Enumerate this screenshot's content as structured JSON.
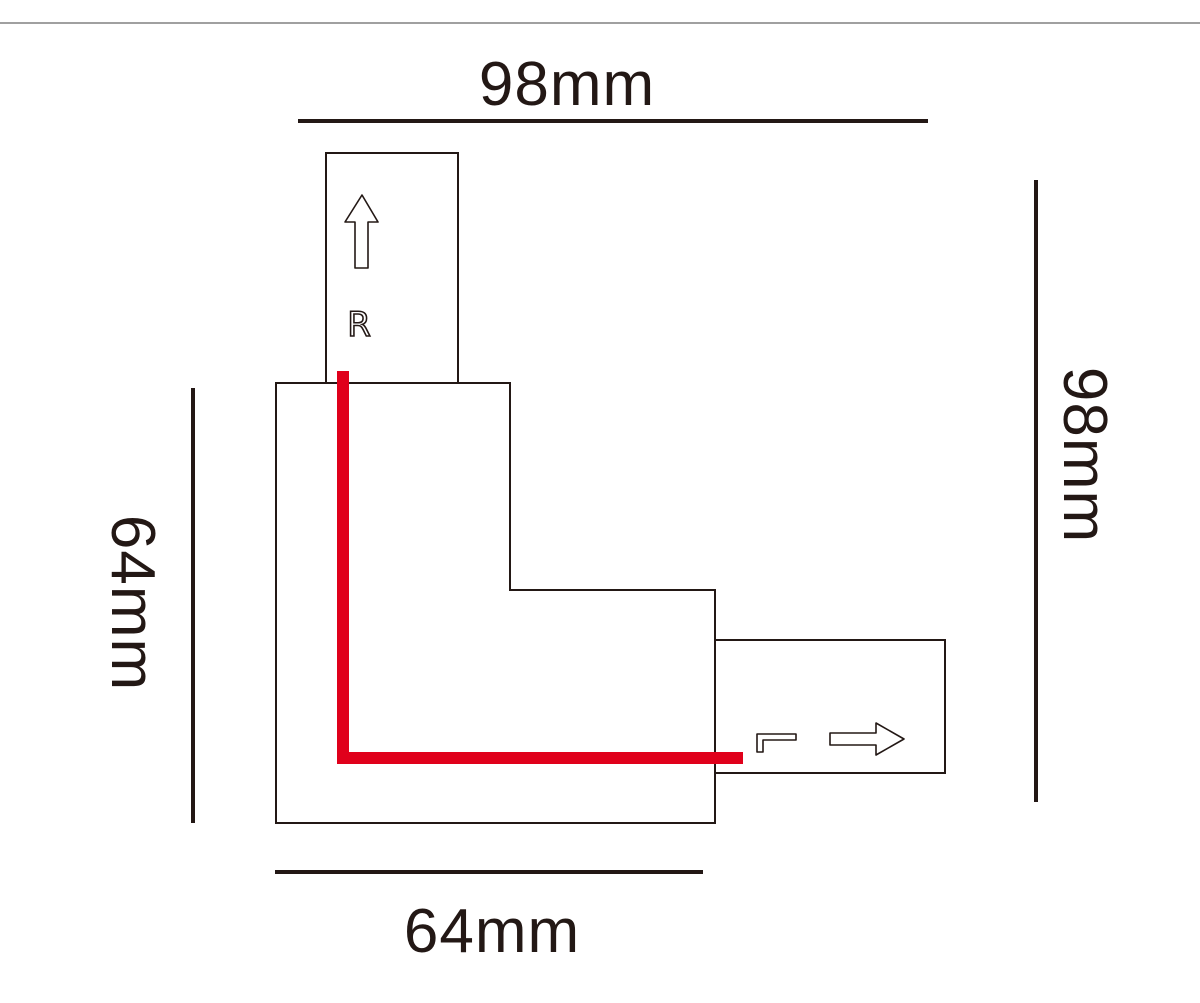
{
  "dimensions": {
    "top_width": "98mm",
    "right_height": "98mm",
    "left_height": "64mm",
    "bottom_width": "64mm"
  },
  "labels": {
    "top_arm": "R",
    "right_arm": "L"
  },
  "icons": {
    "top_arm_arrow": "arrow-up-icon",
    "right_arm_arrow": "arrow-right-icon"
  },
  "colors": {
    "outline": "#231815",
    "conductor": "#e0001b",
    "header_rule": "#a0a0a0"
  }
}
